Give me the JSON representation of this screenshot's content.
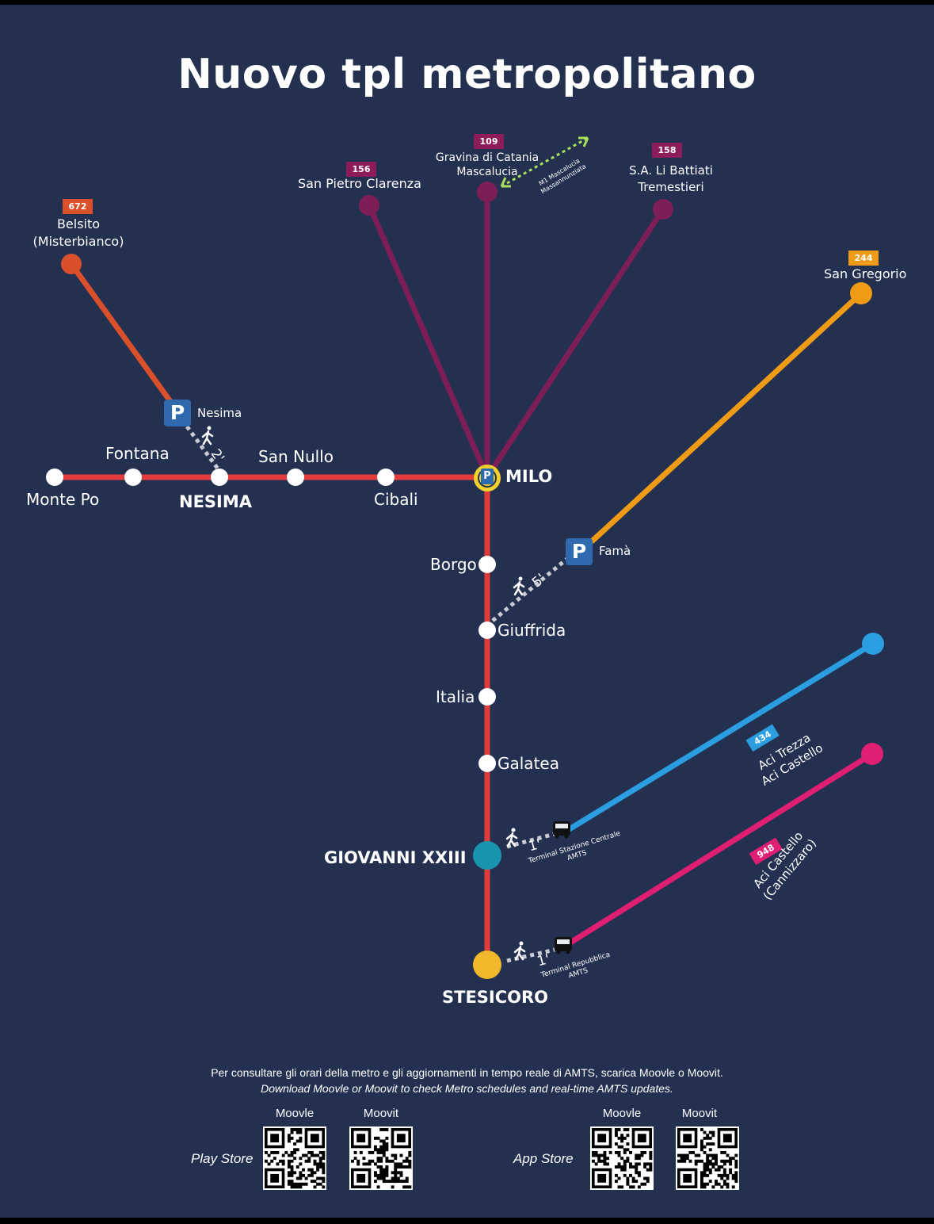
{
  "title": "Nuovo tpl metropolitano",
  "colors": {
    "background": "#233050",
    "metro": "#e23b3b",
    "line_672": "#d9502a",
    "line_purple": "#7d1f56",
    "badge_purple": "#8d1c5a",
    "line_244": "#ef9b16",
    "line_434": "#2a9ee0",
    "line_948": "#e01e74",
    "milo_ring": "#f2d12c",
    "giovanni_node": "#1a94b0",
    "stesicoro_node": "#f0b82a",
    "parking": "#2e6aad"
  },
  "stations": {
    "monte_po": "Monte Po",
    "fontana": "Fontana",
    "nesima": "NESIMA",
    "san_nullo": "San Nullo",
    "cibali": "Cibali",
    "milo": "MILO",
    "borgo": "Borgo",
    "giuffrida": "Giuffrida",
    "italia": "Italia",
    "galatea": "Galatea",
    "giovanni": "GIOVANNI XXIII",
    "stesicoro": "STESICORO"
  },
  "parkings": {
    "symbol": "P",
    "nesima": "Nesima",
    "fama": "Famà"
  },
  "walks": {
    "nesima": "2'",
    "fama": "5'",
    "giovanni": "1'",
    "stesicoro": "1'"
  },
  "bus_lines": {
    "b672": {
      "number": "672",
      "dest1": "Belsito",
      "dest2": "(Misterbianco)"
    },
    "b156": {
      "number": "156",
      "dest": "San Pietro Clarenza"
    },
    "b109": {
      "number": "109",
      "dest1": "Gravina di Catania",
      "dest2": "Mascalucia",
      "link1": "M1 Mascalucia",
      "link2": "Massannunziata"
    },
    "b158": {
      "number": "158",
      "dest1": "S.A. Li Battiati",
      "dest2": "Tremestieri"
    },
    "b244": {
      "number": "244",
      "dest": "San Gregorio"
    },
    "b434": {
      "number": "434",
      "dest1": "Aci Trezza",
      "dest2": "Aci Castello"
    },
    "b948": {
      "number": "948",
      "dest1": "Aci Castello",
      "dest2": "(Cannizzaro)"
    }
  },
  "terminals": {
    "centrale1": "Terminal Stazione Centrale",
    "centrale2": "AMTS",
    "repubblica1": "Terminal Repubblica",
    "repubblica2": "AMTS"
  },
  "footer": {
    "line_it": "Per consultare gli orari della metro e gli aggiornamenti in tempo reale di AMTS, scarica Moovle o Moovit.",
    "line_en": "Download Moovle or Moovit to check Metro schedules and real-time AMTS updates.",
    "play_store": "Play Store",
    "app_store": "App Store",
    "moovle": "Moovle",
    "moovit": "Moovit"
  }
}
